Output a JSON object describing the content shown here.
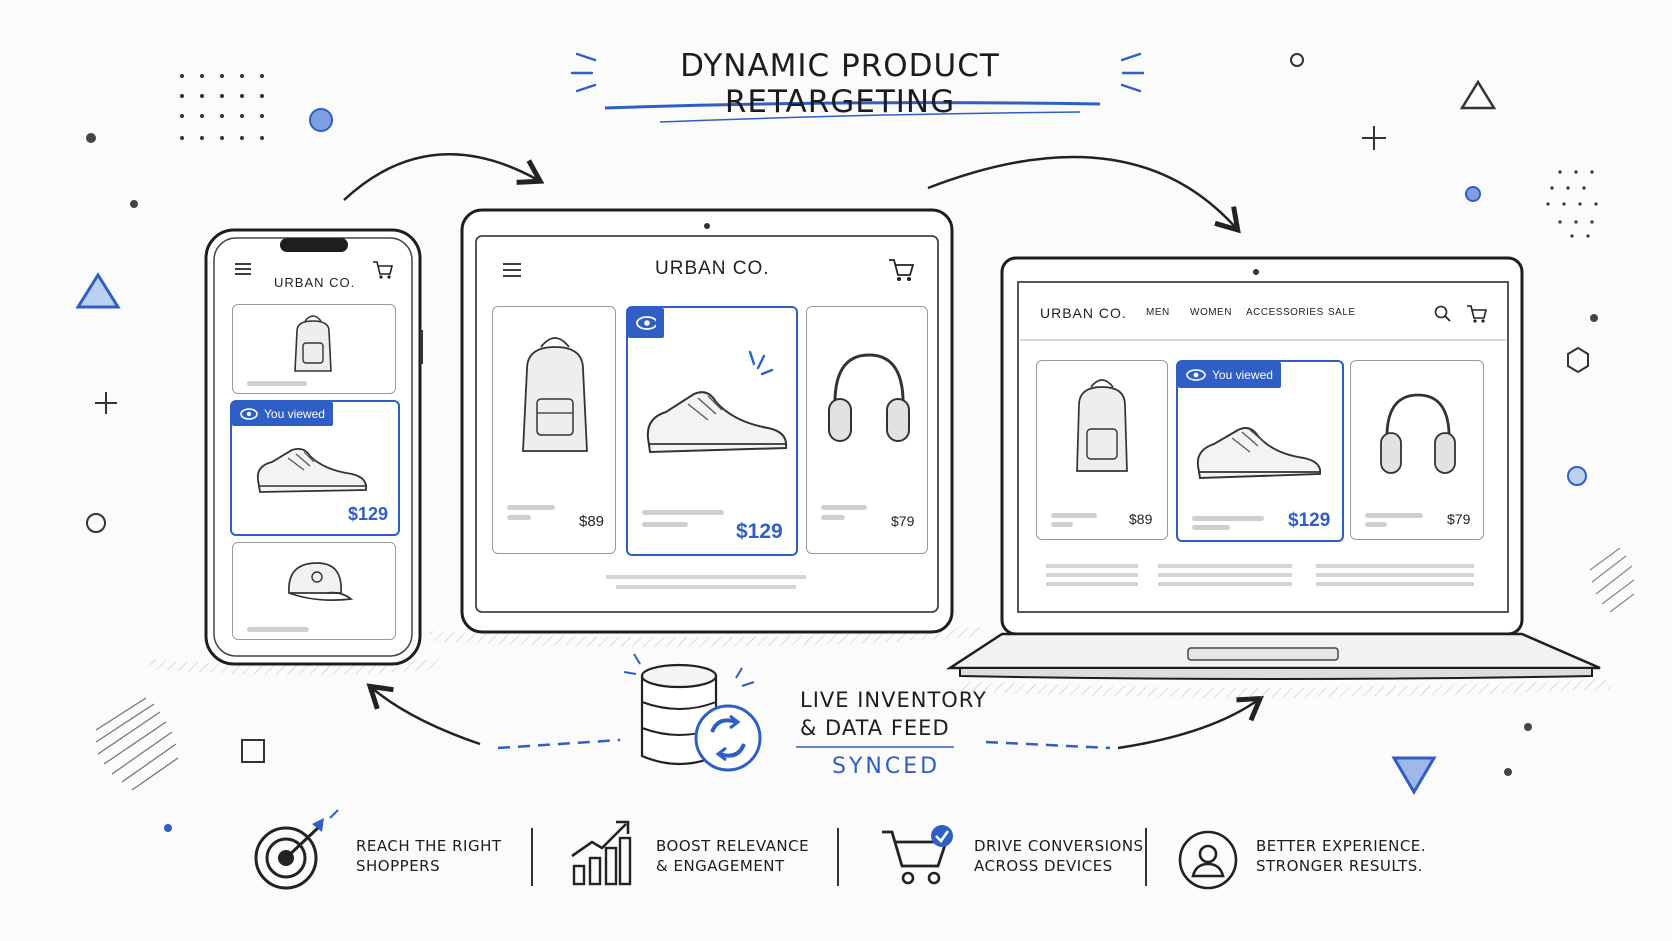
{
  "title": "Dynamic Product Retargeting",
  "brand_color": "#2f5fc4",
  "store_name": "URBAN CO.",
  "badge_label": "You viewed",
  "phone": {
    "products": [
      {
        "icon": "backpack-icon",
        "price": ""
      },
      {
        "icon": "sneaker-icon",
        "price": "$129",
        "viewed": true
      },
      {
        "icon": "cap-icon",
        "price": ""
      }
    ]
  },
  "tablet": {
    "products": [
      {
        "icon": "backpack-icon",
        "price": "$89"
      },
      {
        "icon": "sneaker-icon",
        "price": "$129",
        "viewed": true
      },
      {
        "icon": "headphones-icon",
        "price": "$79"
      }
    ]
  },
  "laptop": {
    "nav": [
      "MEN",
      "WOMEN",
      "ACCESSORIES",
      "SALE"
    ],
    "products": [
      {
        "icon": "backpack-icon",
        "price": "$89"
      },
      {
        "icon": "sneaker-icon",
        "price": "$129",
        "viewed": true
      },
      {
        "icon": "headphones-icon",
        "price": "$79"
      }
    ]
  },
  "feed": {
    "line1": "Live Inventory",
    "line2": "& Data Feed",
    "status": "Synced"
  },
  "benefits": [
    {
      "icon": "target-icon",
      "line1": "Reach the right",
      "line2": "shoppers"
    },
    {
      "icon": "growth-chart-icon",
      "line1": "Boost relevance",
      "line2": "& engagement"
    },
    {
      "icon": "cart-check-icon",
      "line1": "Drive conversions",
      "line2": "across devices"
    },
    {
      "icon": "user-icon",
      "line1": "Better experience.",
      "line2": "Stronger results."
    }
  ]
}
